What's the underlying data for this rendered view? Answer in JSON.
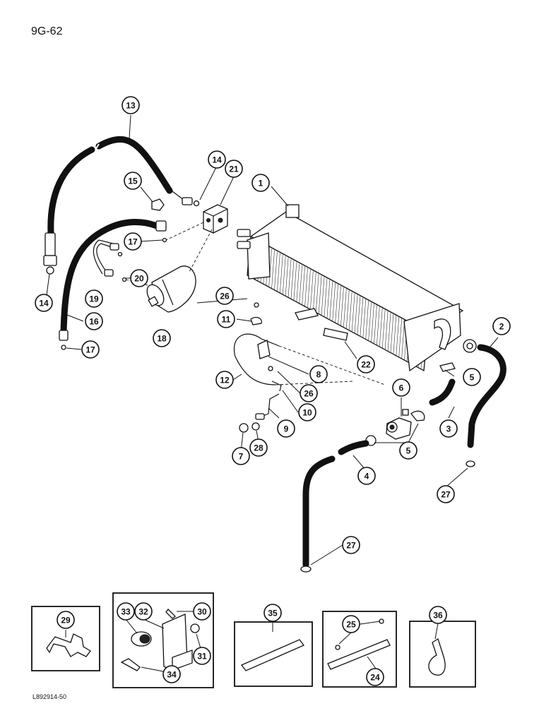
{
  "page_number": "9G-62",
  "footer_code": "L892914-50",
  "callouts": {
    "c1": "1",
    "c2": "2",
    "c3": "3",
    "c4": "4",
    "c5a": "5",
    "c5b": "5",
    "c6": "6",
    "c7": "7",
    "c8": "8",
    "c9": "9",
    "c10": "10",
    "c11": "11",
    "c12": "12",
    "c13": "13",
    "c14a": "14",
    "c14b": "14",
    "c15": "15",
    "c16": "16",
    "c17a": "17",
    "c17b": "17",
    "c18": "18",
    "c19": "19",
    "c20": "20",
    "c21": "21",
    "c22": "22",
    "c24": "24",
    "c25": "25",
    "c26a": "26",
    "c26b": "26",
    "c27a": "27",
    "c27b": "27",
    "c28": "28",
    "c29": "29",
    "c30": "30",
    "c31": "31",
    "c32": "32",
    "c33": "33",
    "c34": "34",
    "c35": "35",
    "c36": "36"
  }
}
